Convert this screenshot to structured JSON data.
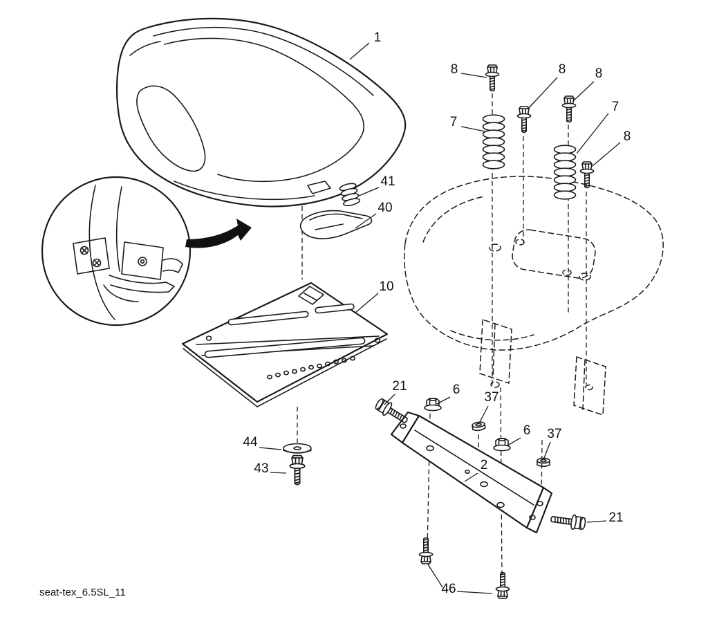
{
  "diagram": {
    "caption": "seat-tex_6.5SL_11",
    "callouts": {
      "n1": "1",
      "n2": "2",
      "n6": "6",
      "n7": "7",
      "n8": "8",
      "n10": "10",
      "n21": "21",
      "n37": "37",
      "n40": "40",
      "n41": "41",
      "n43": "43",
      "n44": "44",
      "n46": "46"
    },
    "colors": {
      "line": "#1a1a1a",
      "background": "#ffffff"
    }
  }
}
